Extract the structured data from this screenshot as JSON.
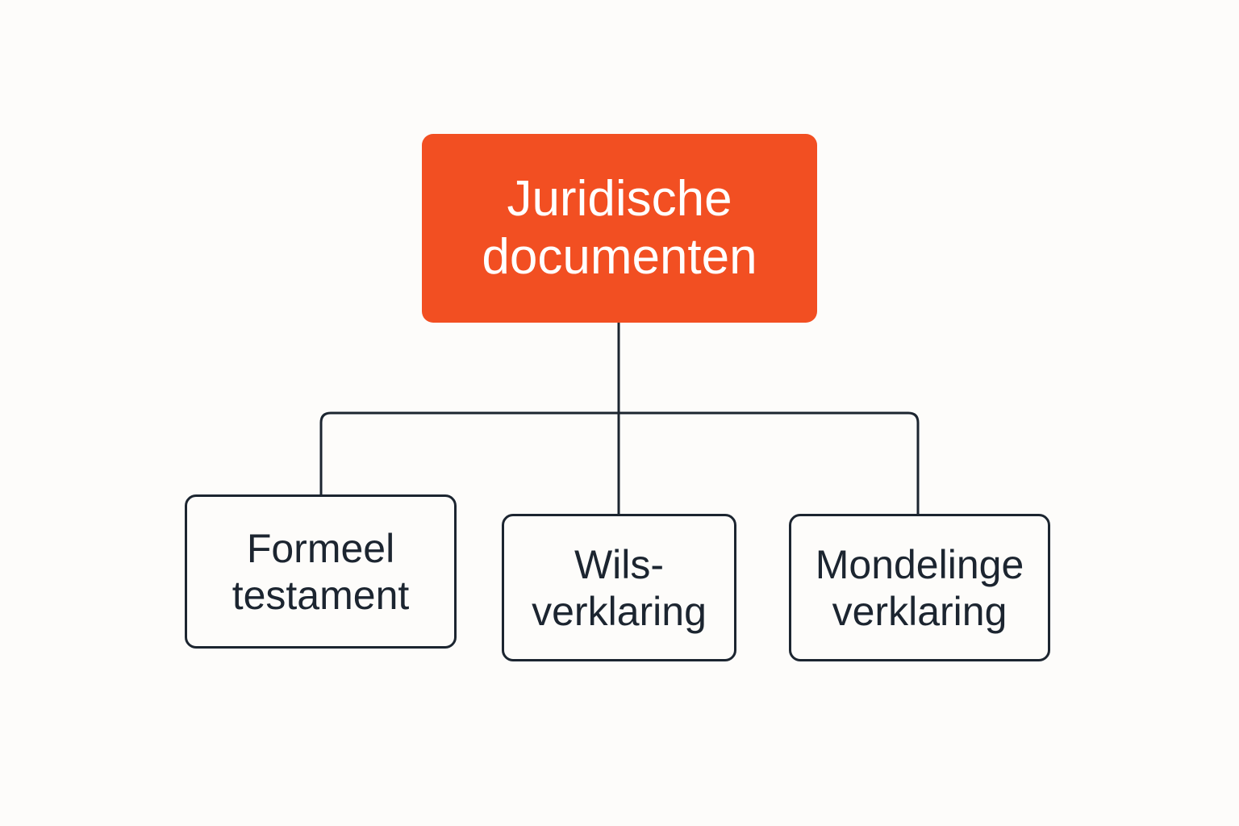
{
  "colors": {
    "background": "#fdfcfa",
    "root_fill": "#f24f22",
    "root_text": "#ffffff",
    "stroke": "#1c2530",
    "child_text": "#1c2530"
  },
  "diagram": {
    "root": {
      "lines": [
        "Juridische",
        "documenten"
      ]
    },
    "children": [
      {
        "lines": [
          "Formeel",
          "testament"
        ]
      },
      {
        "lines": [
          "Wils-",
          "verklaring"
        ]
      },
      {
        "lines": [
          "Mondelinge",
          "verklaring"
        ]
      }
    ]
  }
}
